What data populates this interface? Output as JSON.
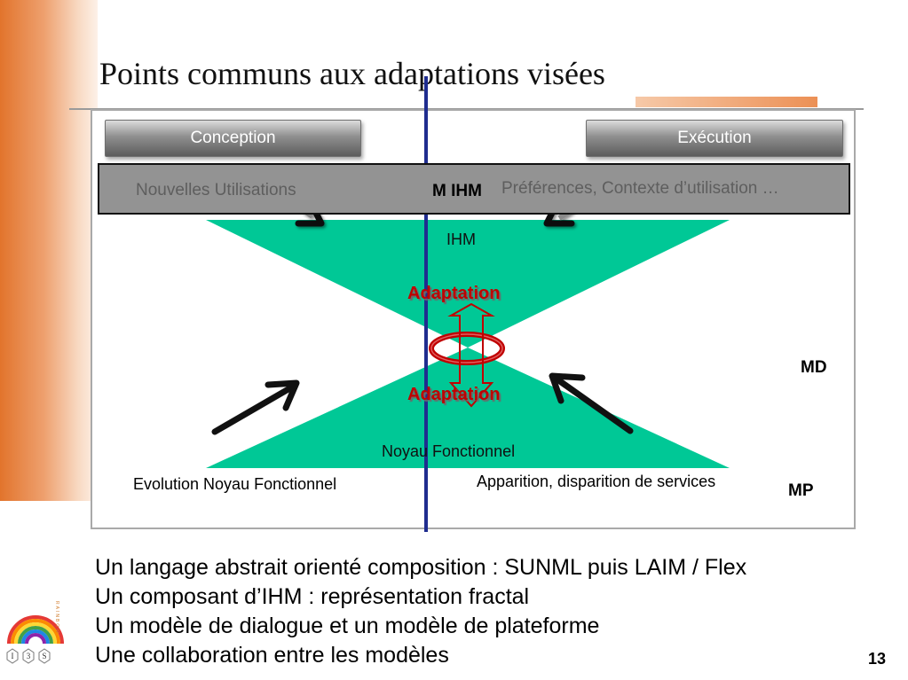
{
  "slide": {
    "title": "Points communs aux adaptations visées",
    "page_number": "13"
  },
  "diagram": {
    "buttons": {
      "conception": "Conception",
      "execution": "Exécution"
    },
    "bar": {
      "left_text": "Nouvelles Utilisations",
      "center_label": "M IHM",
      "right_text": "Préférences, Contexte d’utilisation …"
    },
    "ihm_label": "IHM",
    "adaptation_top": "Adaptation",
    "adaptation_bottom": "Adaptation",
    "md_label": "MD",
    "core_label": "Noyau Fonctionnel",
    "evolution_label": "Evolution Noyau Fonctionnel",
    "services_label": "Apparition, disparition de services",
    "mp_label": "MP",
    "colors": {
      "teal": "#00c896",
      "red": "#c00000",
      "blue_line": "#1f2d8f",
      "bar": "#939393"
    }
  },
  "bullets": [
    "Un langage abstrait orienté composition : SUNML puis LAIM / Flex",
    "Un composant d’IHM : représentation fractal",
    "Un modèle de dialogue et un modèle de plateforme",
    "Une collaboration entre les modèles"
  ],
  "logo": {
    "letters": [
      "I",
      "3",
      "S"
    ],
    "vertical_text": "RAINBOW"
  }
}
